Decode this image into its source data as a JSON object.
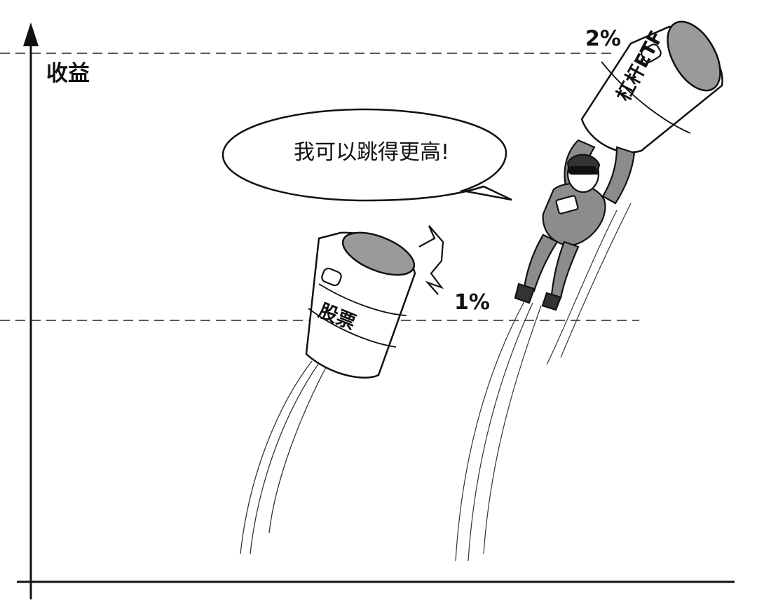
{
  "axis": {
    "y_label": "收益"
  },
  "levels": {
    "high": "2%",
    "low": "1%"
  },
  "speech": {
    "text": "我可以跳得更高!"
  },
  "barrels": {
    "etf": "杠杆ETF",
    "stock": "股票"
  },
  "colors": {
    "ink": "#111111",
    "barrel_top": "#9a9a9a",
    "suit": "#8c8c8c",
    "background": "#ffffff"
  }
}
